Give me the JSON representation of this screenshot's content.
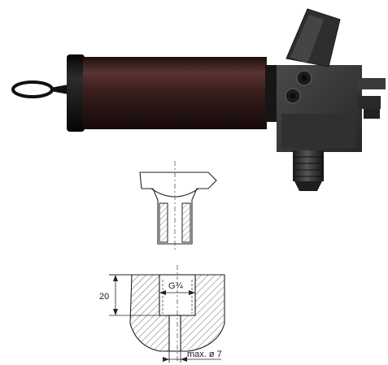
{
  "labels": {
    "thread": "G¾",
    "depth": "20",
    "bore": "max. ø 7"
  },
  "colors": {
    "cylinder_body": "#3d2020",
    "cylinder_cap": "#111111",
    "steel_block": "#3a3a3a",
    "steel_dark": "#1e1e1e",
    "hatch": "#555555",
    "line": "#222222",
    "centerline": "#555555"
  }
}
